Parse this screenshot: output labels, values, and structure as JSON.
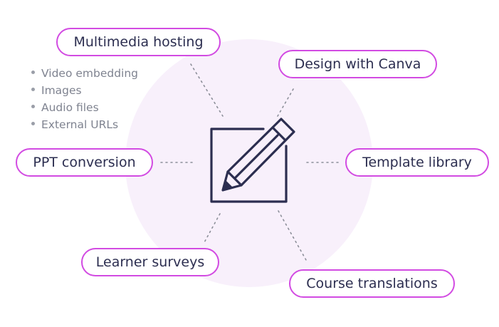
{
  "features": {
    "multimedia_hosting": "Multimedia hosting",
    "design_with_canva": "Design with Canva",
    "ppt_conversion": "PPT conversion",
    "template_library": "Template library",
    "learner_surveys": "Learner surveys",
    "course_translations": "Course translations"
  },
  "multimedia_items": [
    "Video embedding",
    "Images",
    "Audio files",
    "External URLs"
  ],
  "colors": {
    "pill_border": "#d24be2",
    "pill_text": "#2c2e50",
    "bullet_text": "#7f8390",
    "background_circle": "#f8f0fb",
    "icon_stroke": "#2c2e50",
    "connector": "#8c8f99"
  },
  "center_icon": "pencil-square-icon"
}
